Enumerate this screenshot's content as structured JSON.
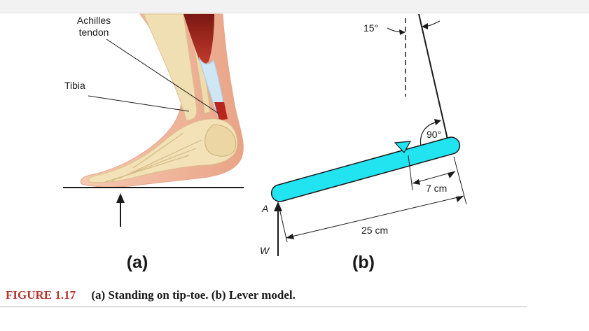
{
  "figure": {
    "panel_a": {
      "labels": {
        "achilles_line1": "Achilles",
        "achilles_line2": "tendon",
        "tibia": "Tibia"
      },
      "panel_letter": "(a)"
    },
    "panel_b": {
      "angle_top": "15°",
      "angle_right": "90°",
      "dim_short": "7 cm",
      "dim_long": "25 cm",
      "point_label": "A",
      "force_label": "W",
      "panel_letter": "(b)",
      "colors": {
        "lever": "#22e3f0",
        "outline": "#1a1a1a"
      }
    }
  },
  "caption": {
    "label": "FIGURE 1.17",
    "text": "(a) Standing on tip-toe. (b) Lever model.",
    "label_color": "#b5382f"
  }
}
